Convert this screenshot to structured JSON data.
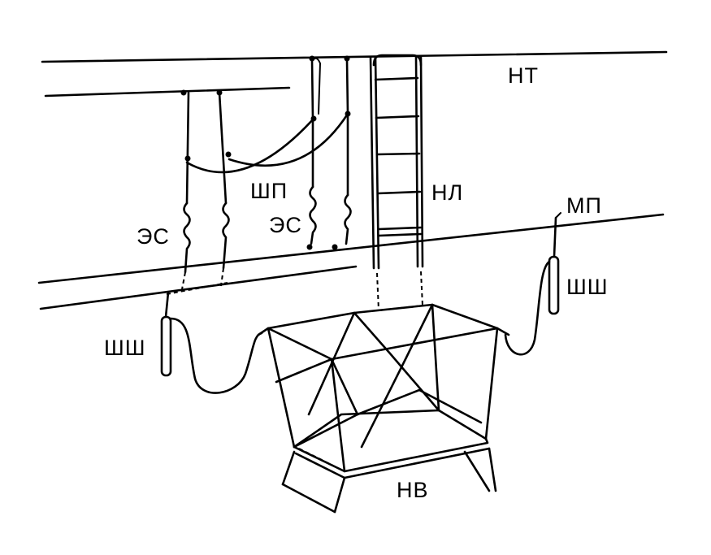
{
  "labels": {
    "nt": "НТ",
    "shp": "ШП",
    "nl": "НЛ",
    "mp": "МП",
    "es_left": "ЭС",
    "es_right": "ЭС",
    "shsh_left": "ШШ",
    "shsh_right": "ШШ",
    "nv": "НВ"
  }
}
